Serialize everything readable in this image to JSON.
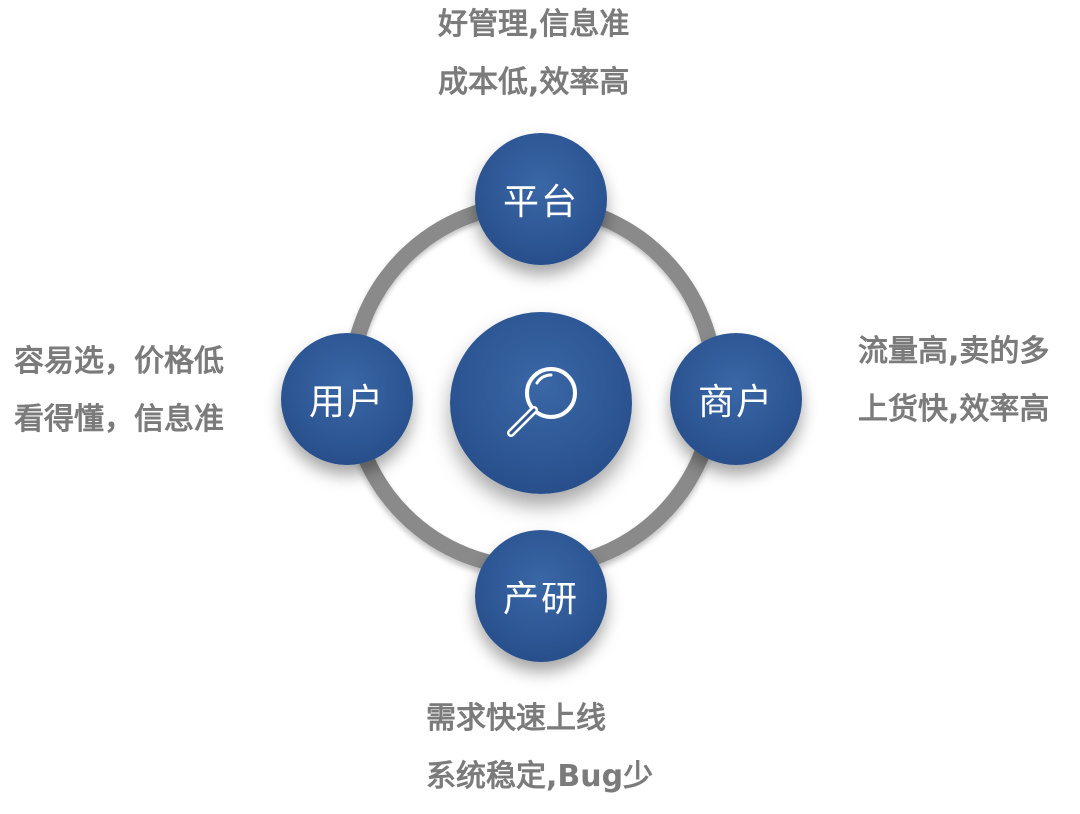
{
  "diagram": {
    "center": {
      "icon": "search-icon"
    },
    "nodes": {
      "top": {
        "label": "平台",
        "notes": [
          "好管理,信息准",
          "成本低,效率高"
        ]
      },
      "left": {
        "label": "用户",
        "notes": [
          "容易选，价格低",
          "看得懂，信息准"
        ]
      },
      "right": {
        "label": "商户",
        "notes": [
          "流量高,卖的多",
          "上货快,效率高"
        ]
      },
      "bottom": {
        "label": "产研",
        "notes": [
          "需求快速上线",
          "系统稳定,Bug少"
        ]
      }
    },
    "colors": {
      "node_fill": "#2d5694",
      "ring": "#8a8a8a",
      "text": "#7b7b7b"
    }
  }
}
